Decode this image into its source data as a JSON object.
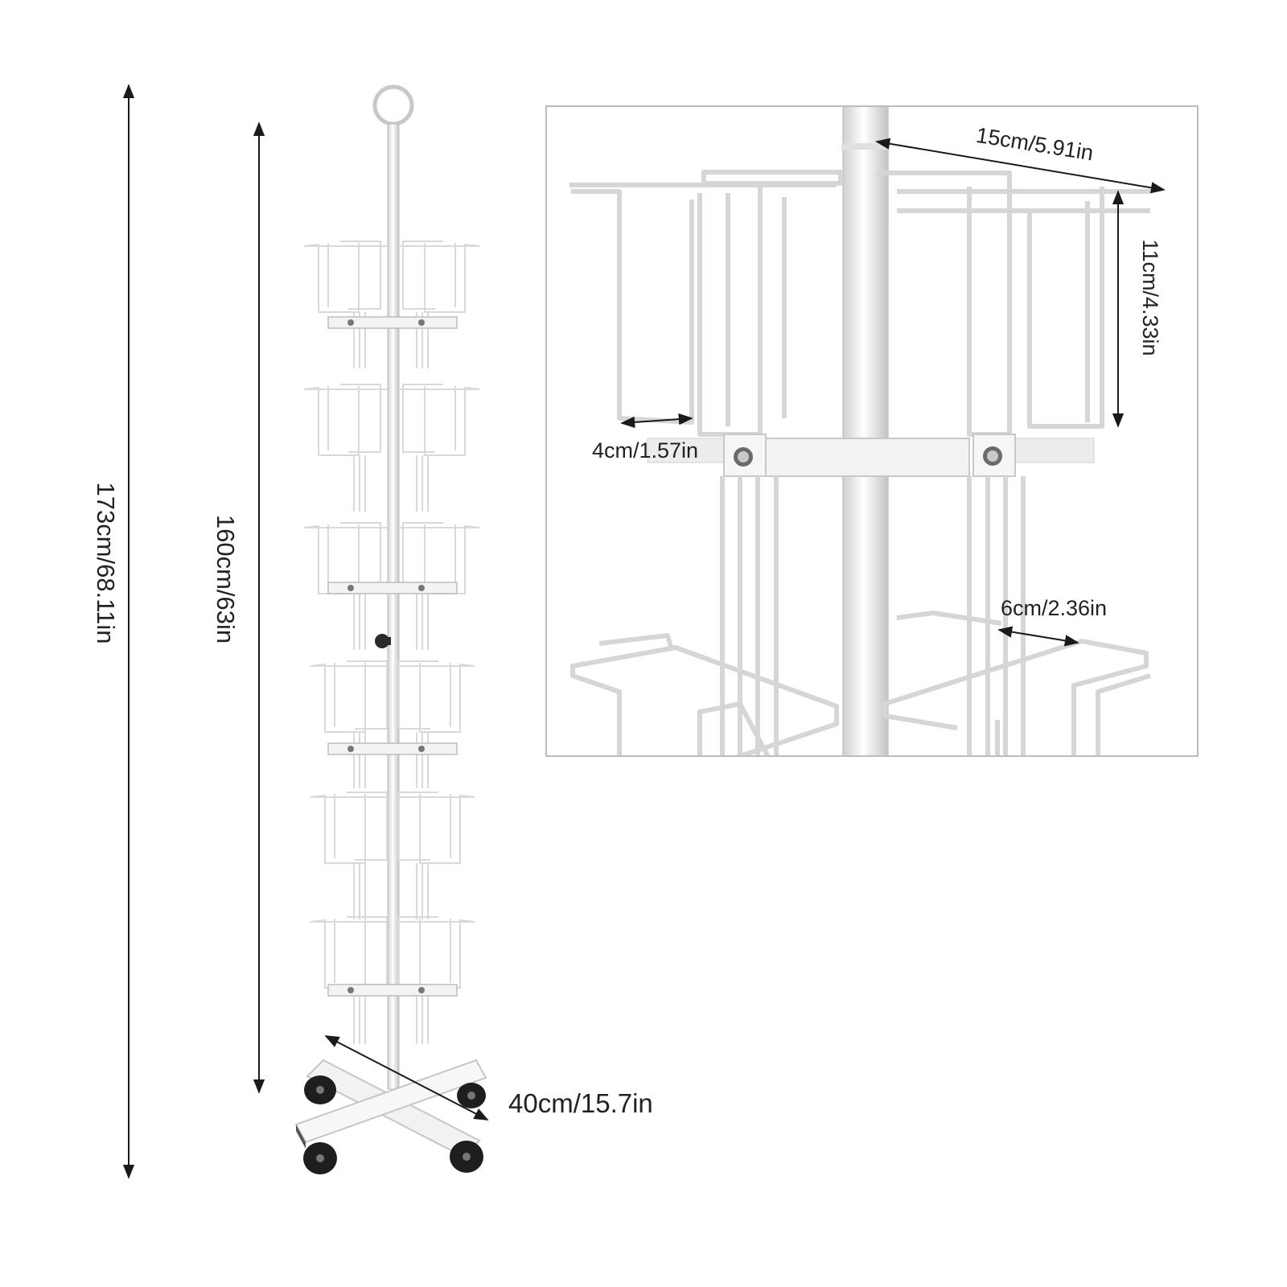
{
  "dimensions": {
    "total_height": "173cm/68.11in",
    "pole_height": "160cm/63in",
    "base_width": "40cm/15.7in",
    "basket_width": "15cm/5.91in",
    "basket_height": "11cm/4.33in",
    "basket_depth": "4cm/1.57in",
    "basket_bottom_depth": "6cm/2.36in"
  },
  "colors": {
    "background": "#ffffff",
    "wire": "#d9d9d9",
    "arrow": "#1a1a1a",
    "wheel": "#1e1e1e",
    "inset_border": "#bdbdbd"
  }
}
